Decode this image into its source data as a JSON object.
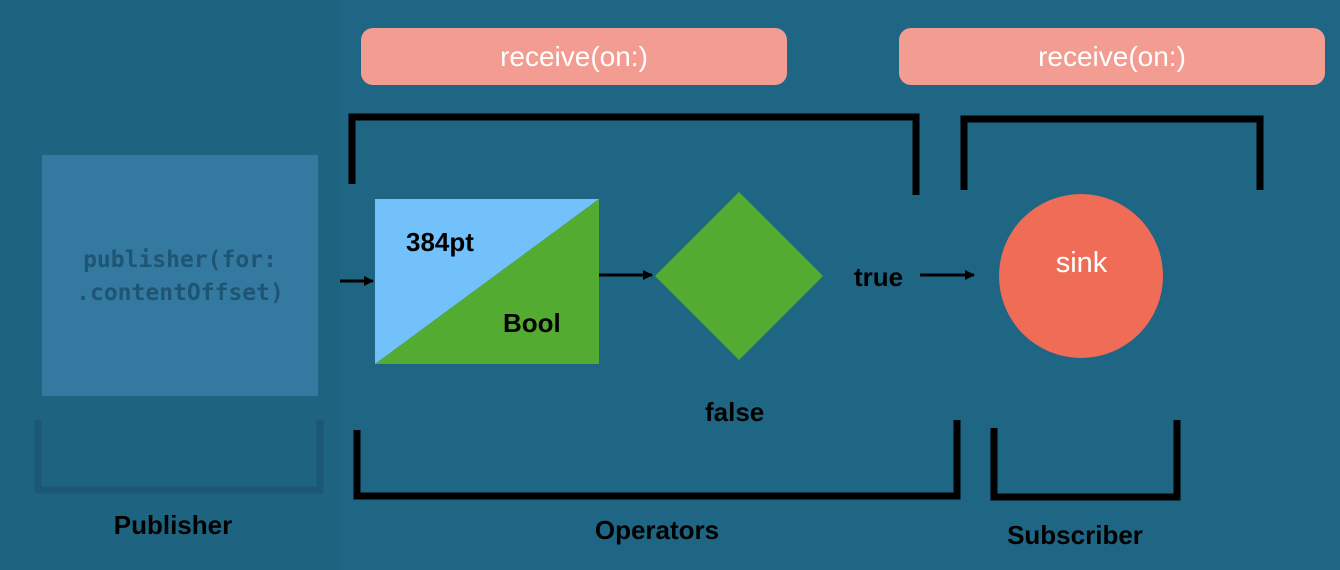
{
  "publisher": {
    "code_line1": "publisher(for:",
    "code_line2": ".contentOffset)",
    "caption": "Publisher"
  },
  "schedulers": {
    "operators_receive": "receive(on:)",
    "subscriber_receive": "receive(on:)"
  },
  "operators": {
    "map_input": "384pt",
    "map_output": "Bool",
    "filter_true": "true",
    "filter_false": "false",
    "caption": "Operators"
  },
  "subscriber": {
    "sink": "sink",
    "caption": "Subscriber"
  },
  "colors": {
    "background": "#1e6683",
    "pill": "#f29c92",
    "map_input_fill": "#72c1fb",
    "map_output_fill": "#53ab32",
    "filter_fill": "#53ab32",
    "sink_fill": "#ef6d57"
  }
}
